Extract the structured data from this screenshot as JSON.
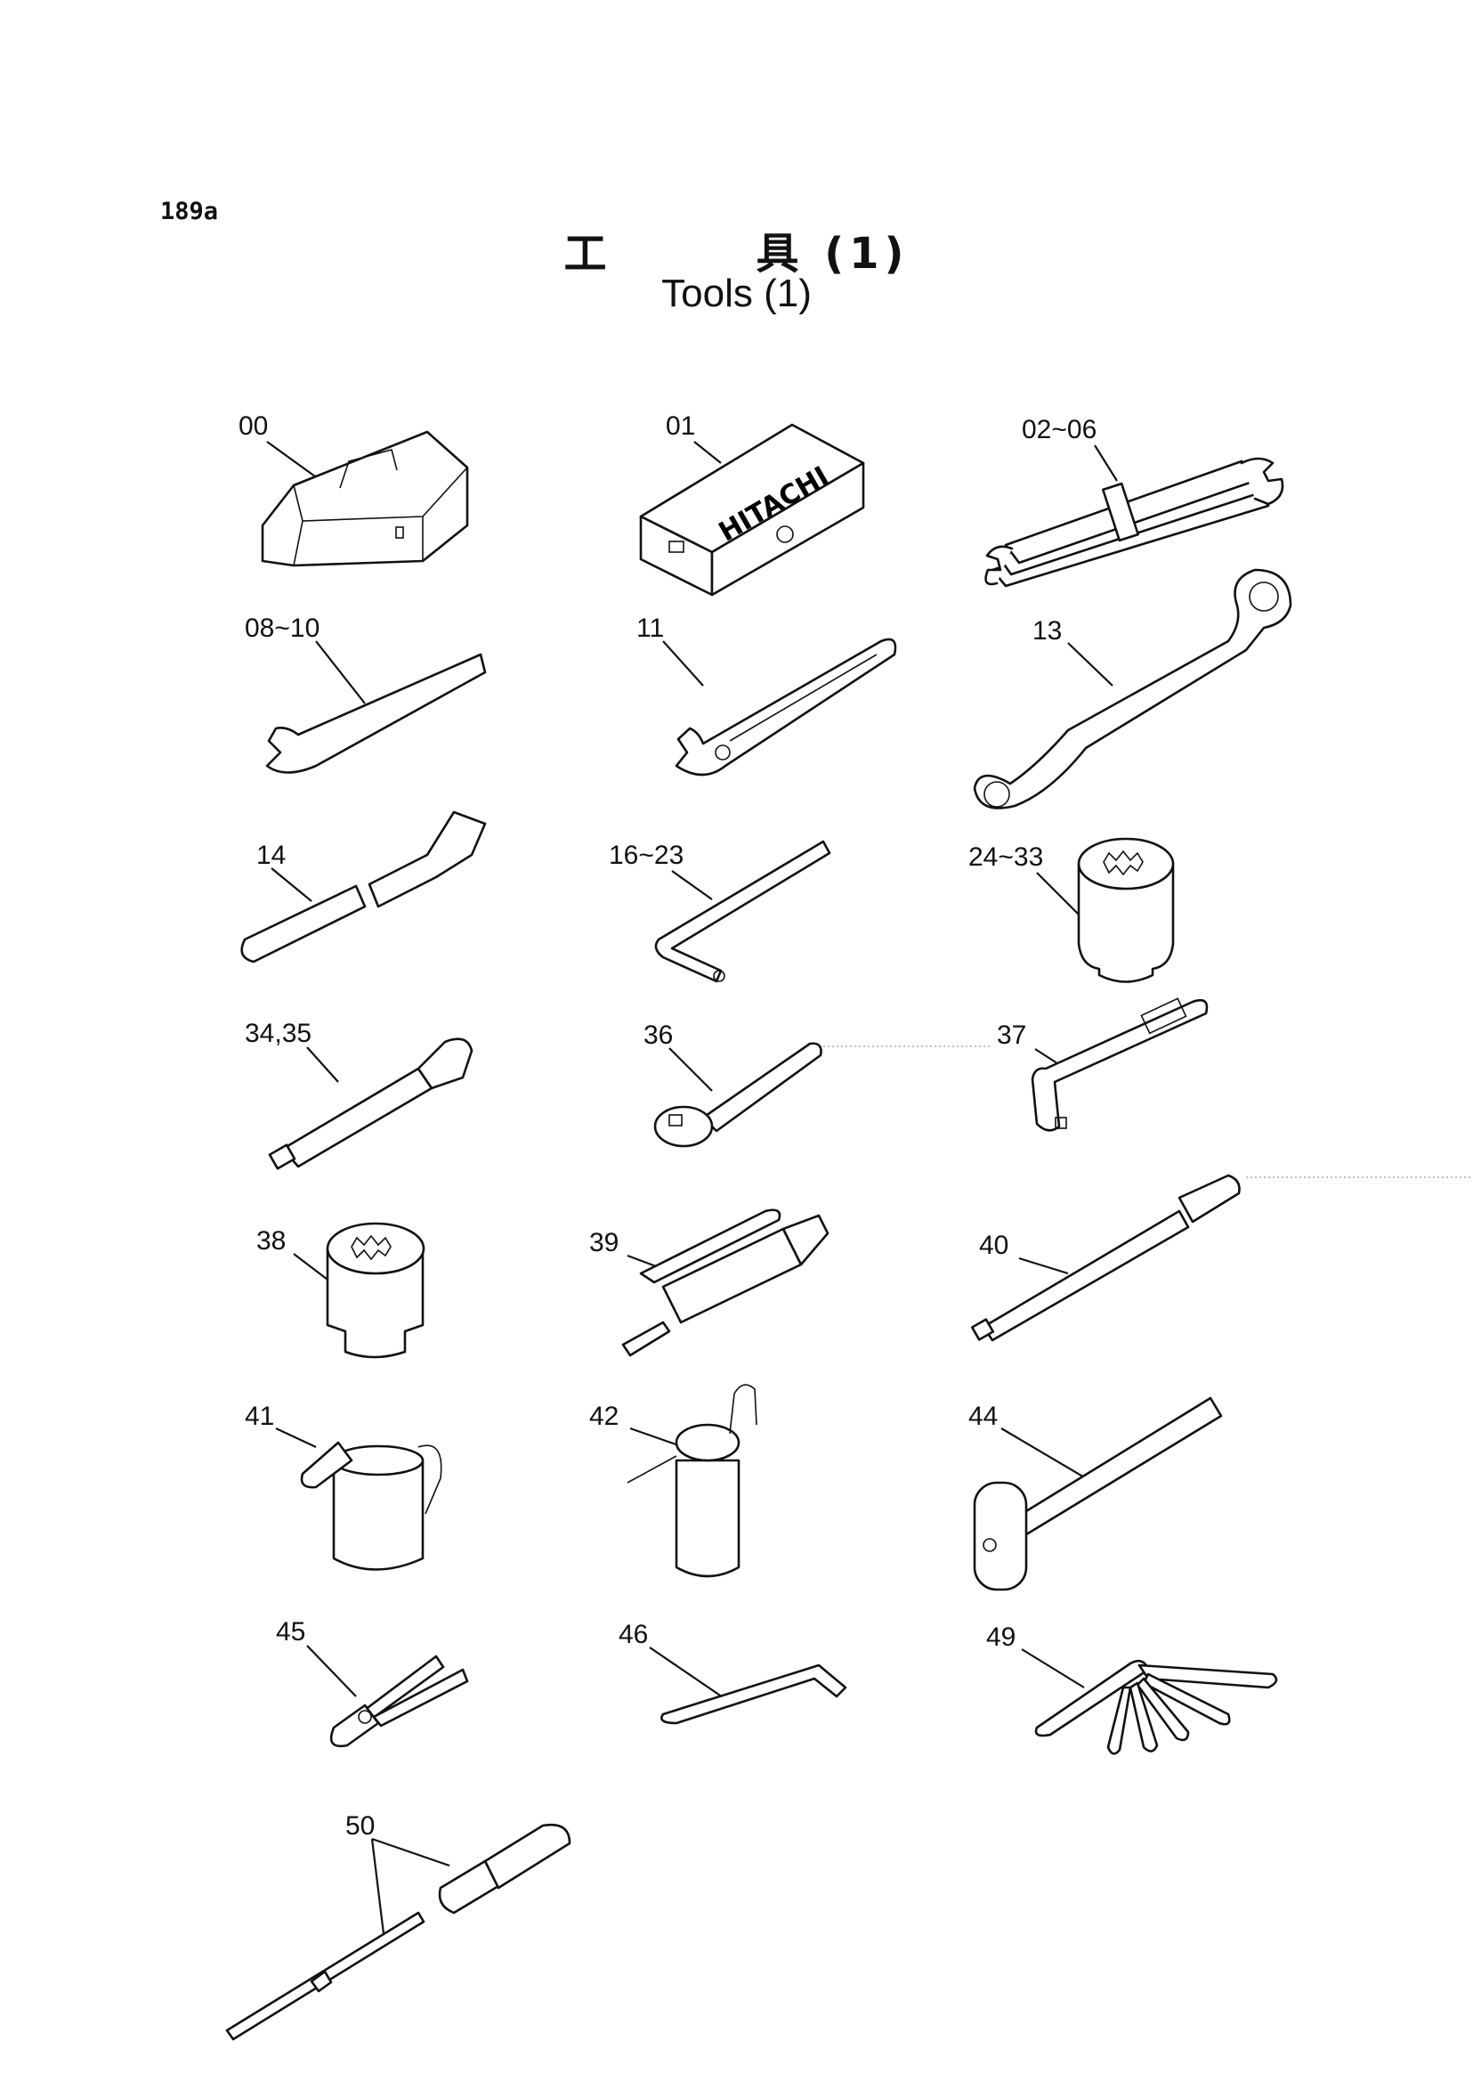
{
  "page_number": "189a",
  "title_jp": "工　　　具 (1)",
  "title_en": "Tools (1)",
  "brand_text": "HITACHI",
  "items": [
    {
      "label": "00"
    },
    {
      "label": "01"
    },
    {
      "label": "02~06"
    },
    {
      "label": "08~10"
    },
    {
      "label": "11"
    },
    {
      "label": "13"
    },
    {
      "label": "14"
    },
    {
      "label": "16~23"
    },
    {
      "label": "24~33"
    },
    {
      "label": "34,35"
    },
    {
      "label": "36"
    },
    {
      "label": "37"
    },
    {
      "label": "38"
    },
    {
      "label": "39"
    },
    {
      "label": "40"
    },
    {
      "label": "41"
    },
    {
      "label": "42"
    },
    {
      "label": "44"
    },
    {
      "label": "45"
    },
    {
      "label": "46"
    },
    {
      "label": "49"
    },
    {
      "label": "50"
    }
  ]
}
